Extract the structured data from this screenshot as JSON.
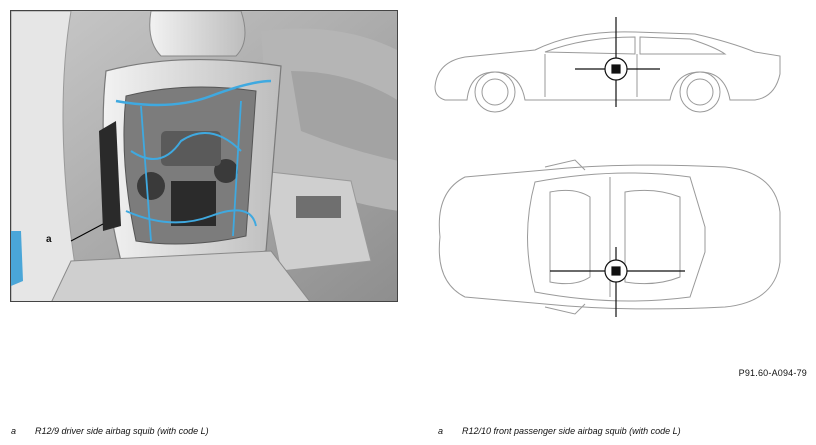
{
  "figure": {
    "photo_callout": "a",
    "reference_code": "P91.60-A094-79"
  },
  "legend": [
    {
      "key": "a",
      "text": "R12/9 driver side airbag squib (with code L)"
    },
    {
      "key": "a",
      "text": "R12/10 front passenger side airbag squib (with code L)"
    }
  ],
  "colors": {
    "wiring": "#3fa9e0",
    "line_art": "#9a9a9a",
    "marker": "#111111"
  }
}
